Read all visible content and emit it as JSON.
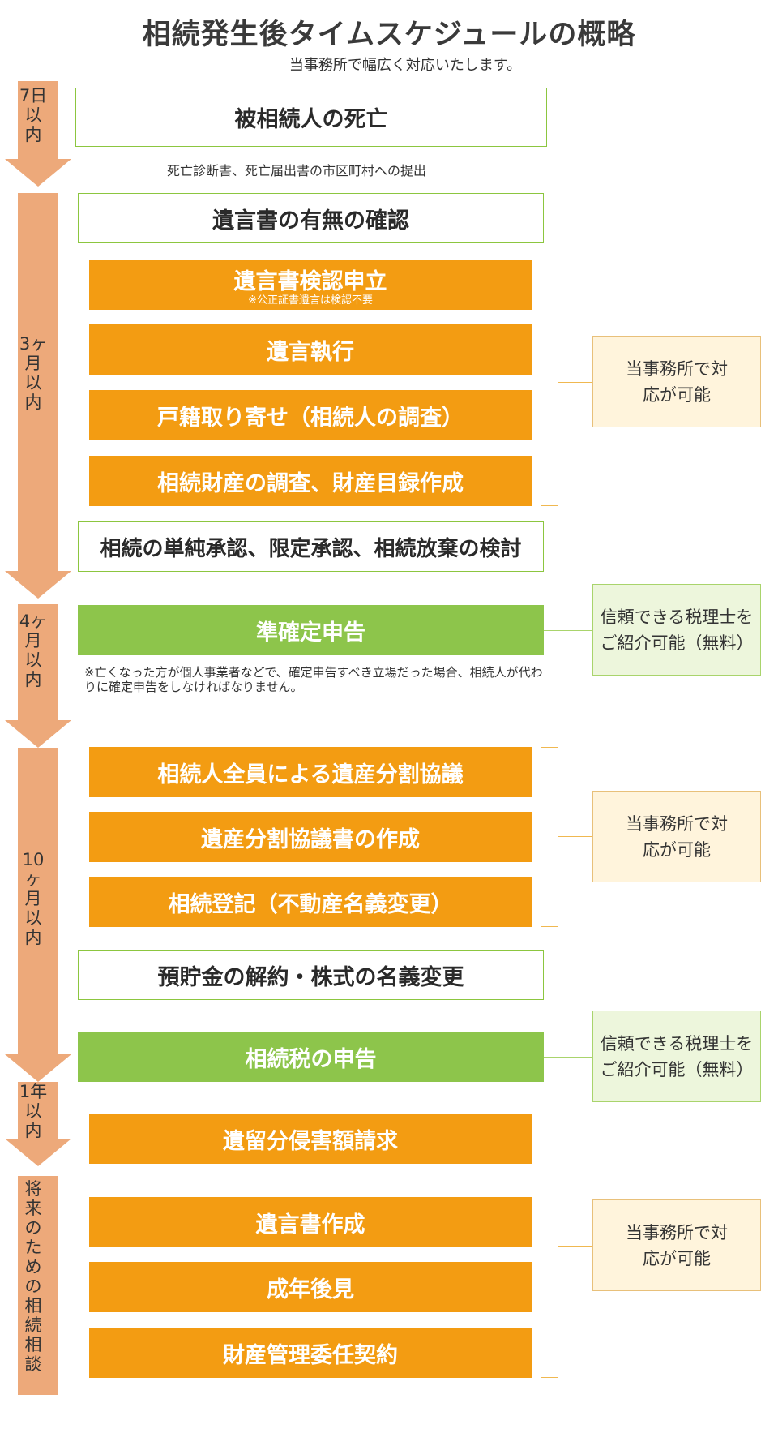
{
  "header": {
    "title": "相続発生後タイムスケジュールの概略",
    "subtitle": "当事務所で幅広く対応いたします。"
  },
  "periods": {
    "p1": "7日以内",
    "p2": "3ヶ月以内",
    "p3": "4ヶ月以内",
    "p4": "10ヶ月以内",
    "p5": "1年以内",
    "p6": "将来のための相続相談"
  },
  "steps": {
    "death": "被相続人の死亡",
    "death_caption": "死亡診断書、死亡届出書の市区町村への提出",
    "will_check": "遺言書の有無の確認",
    "will_probate": "遺言書検認申立",
    "will_probate_note": "※公正証書遺言は検認不要",
    "will_execution": "遺言執行",
    "family_register": "戸籍取り寄せ（相続人の調査）",
    "asset_survey": "相続財産の調査、財産目録作成",
    "acceptance": "相続の単純承認、限定承認、相続放棄の検討",
    "quasi_tax": "準確定申告",
    "quasi_tax_note": "※亡くなった方が個人事業者などで、確定申告すべき立場だった場合、相続人が代わりに確定申告をしなければなりません。",
    "division_meeting": "相続人全員による遺産分割協議",
    "division_doc": "遺産分割協議書の作成",
    "registration": "相続登記（不動産名義変更）",
    "deposits": "預貯金の解約・株式の名義変更",
    "inheritance_tax": "相続税の申告",
    "reserved_portion": "遺留分侵害額請求",
    "will_making": "遺言書作成",
    "guardianship": "成年後見",
    "asset_management": "財産管理委任契約"
  },
  "notes": {
    "office": "当事務所で対応が可能",
    "tax_accountant": "信頼できる税理士をご紹介可能（無料）"
  },
  "colors": {
    "arrow": "#eda97a",
    "orange": "#f39c12",
    "green": "#8dc54b",
    "border_green": "#8cc63f"
  }
}
